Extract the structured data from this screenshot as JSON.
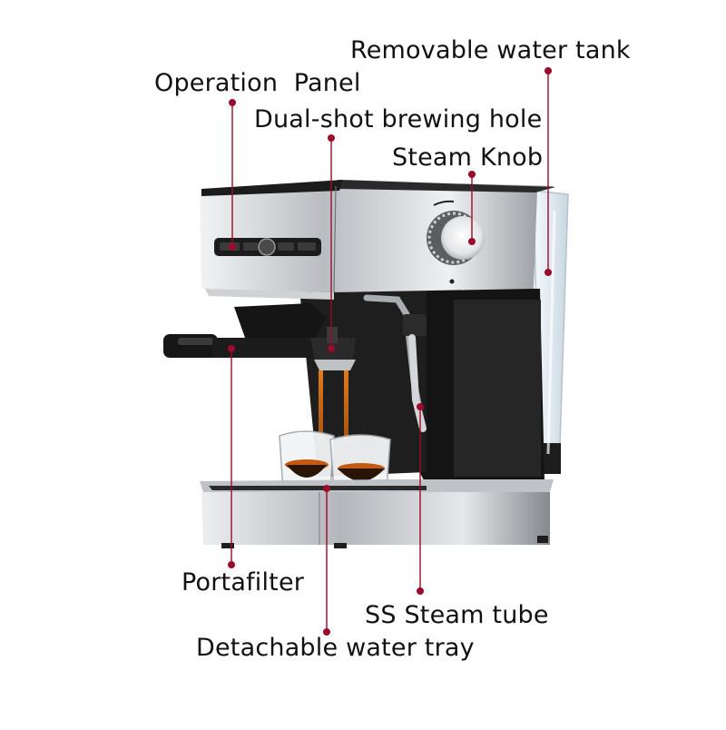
{
  "labels": {
    "water_tank": "Removable water tank",
    "operation_panel": "Operation  Panel",
    "brewing_hole": "Dual-shot brewing hole",
    "steam_knob": "Steam Knob",
    "portafilter": "Portafilter",
    "steam_tube": "SS Steam tube",
    "water_tray": "Detachable water tray"
  },
  "colors": {
    "leader_line": "#9b0b2a",
    "steel_light": "#d8d9db",
    "steel_dark": "#7d8085",
    "body_black": "#161616",
    "tank_glass": "#e9f1f6",
    "coffee": "#d9741e"
  }
}
